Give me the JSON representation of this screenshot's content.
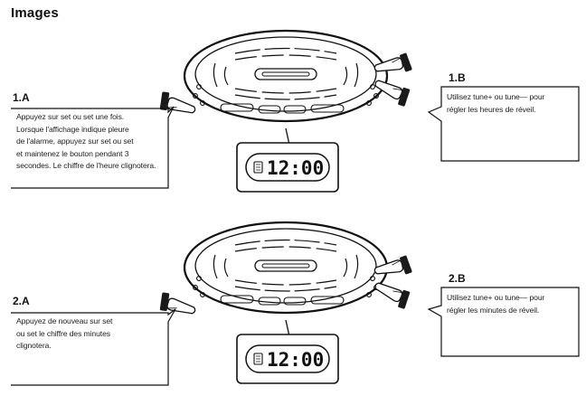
{
  "heading": "Images",
  "steps": [
    {
      "label": "1.A",
      "lines": [
        "Appuyez sur   set ou   set une fois.",
        "Lorsque l'affichage indique pleure",
        "de l'alarme, appuyez sur   set ou   set",
        "et maintenez le bouton pendant 3",
        "secondes. Le chiffre de l'heure clignotera."
      ]
    },
    {
      "label": "1.B",
      "lines": [
        "Utilisez tune+ ou tune— pour",
        "régler les heures de réveil."
      ]
    },
    {
      "label": "2.A",
      "lines": [
        "Appuyez de nouveau sur   set",
        "ou   set le chiffre des minutes",
        "clignotera."
      ]
    },
    {
      "label": "2.B",
      "lines": [
        "Utilisez tune+ ou tune— pour",
        "régler les minutes de réveil."
      ]
    }
  ],
  "displays": [
    {
      "time": "12:00"
    },
    {
      "time": "12:00"
    }
  ],
  "icons": {
    "device": "clock-radio-icon",
    "hand": "pointing-hand-icon",
    "alarm": "alarm-bell-icon"
  }
}
